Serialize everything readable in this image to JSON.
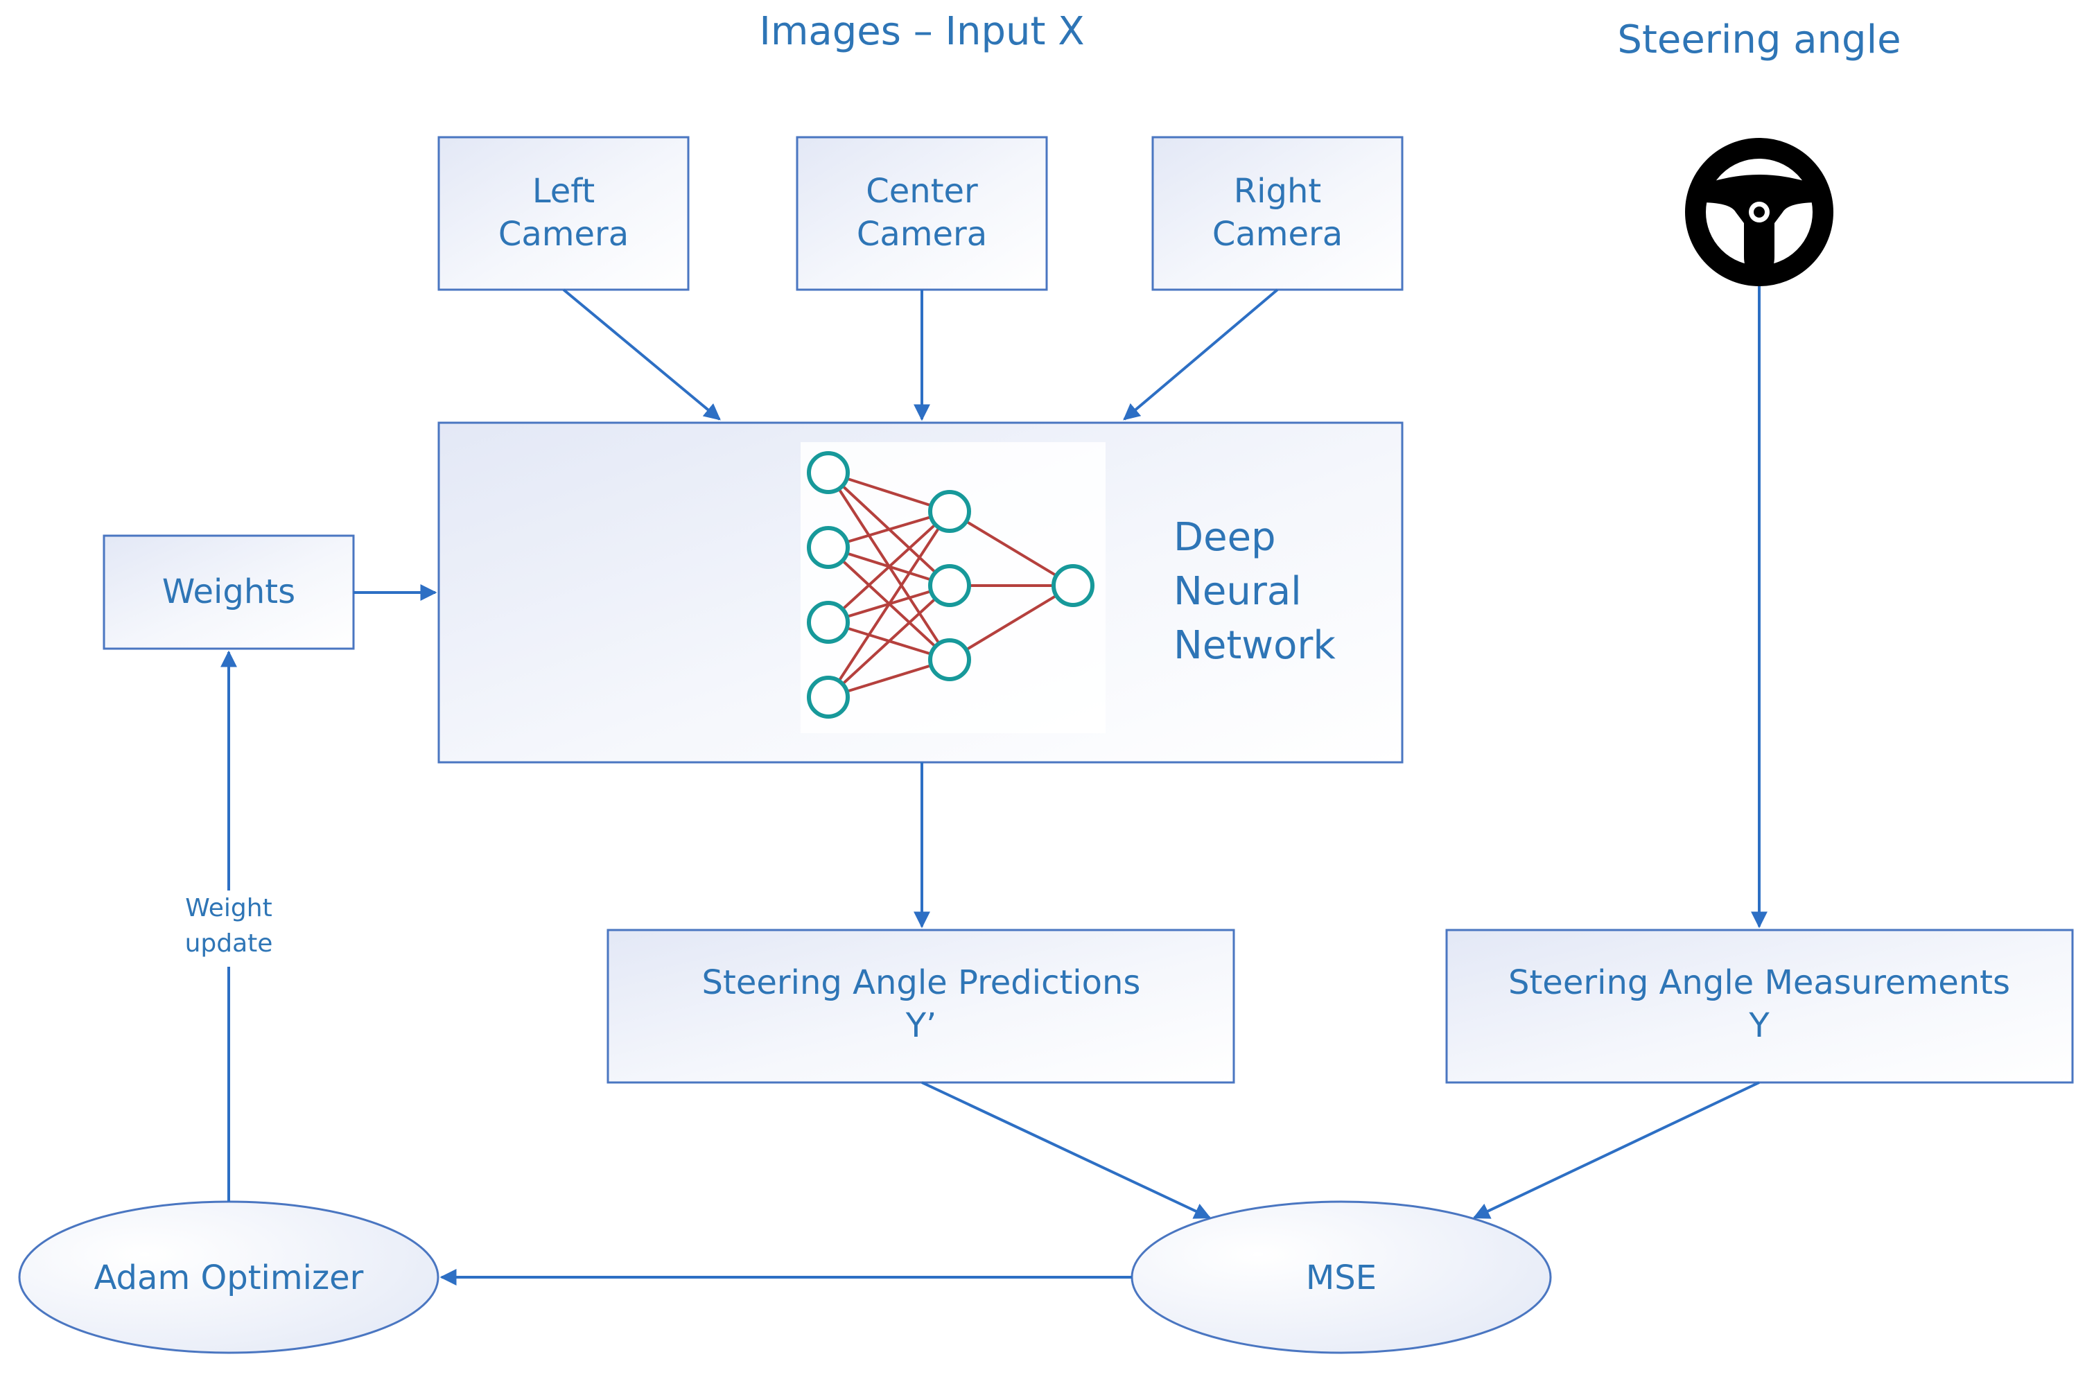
{
  "headers": {
    "images_input": "Images – Input X",
    "steering_angle": "Steering angle"
  },
  "boxes": {
    "left_camera": [
      "Left",
      "Camera"
    ],
    "center_camera": [
      "Center",
      "Camera"
    ],
    "right_camera": [
      "Right",
      "Camera"
    ],
    "weights": "Weights",
    "dnn": [
      "Deep",
      "Neural",
      "Network"
    ],
    "predictions": [
      "Steering Angle Predictions",
      "Y’"
    ],
    "measurements": [
      "Steering Angle Measurements",
      "Y"
    ],
    "mse": "MSE",
    "adam": "Adam Optimizer"
  },
  "edge_labels": {
    "weight_update": [
      "Weight",
      "update"
    ]
  },
  "icons": {
    "steering_wheel": "steering-wheel-icon",
    "neural_net": "neural-network-icon"
  },
  "colors": {
    "text": "#2e75b6",
    "box_border": "#4a76c1",
    "arrow": "#2d6fc4",
    "node": "#17999a",
    "edge": "#b5403d",
    "wheel": "#000000"
  }
}
